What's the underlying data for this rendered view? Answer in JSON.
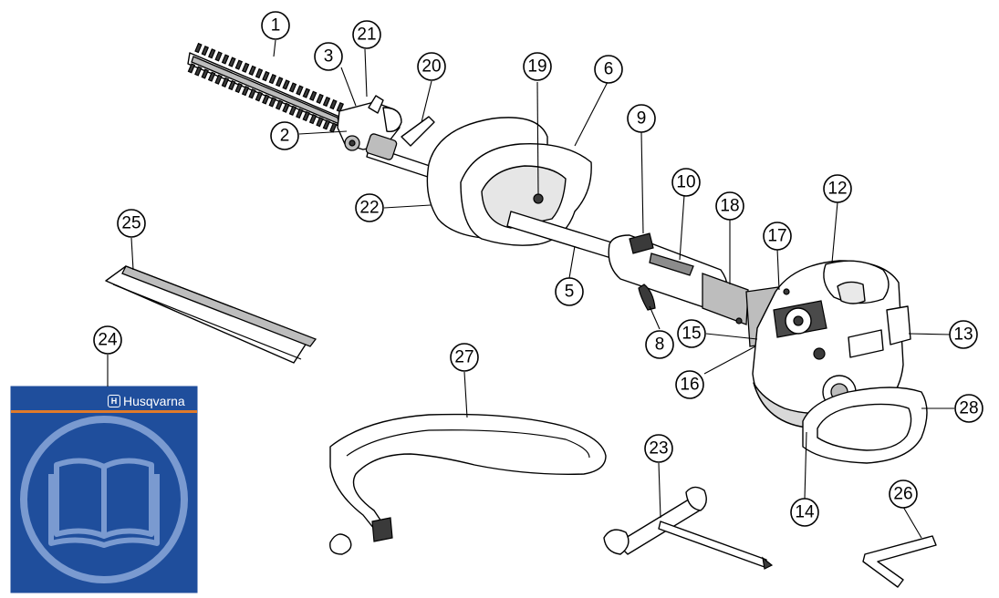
{
  "callouts": [
    {
      "id": "1",
      "label": "1"
    },
    {
      "id": "2",
      "label": "2"
    },
    {
      "id": "3",
      "label": "3"
    },
    {
      "id": "5",
      "label": "5"
    },
    {
      "id": "6",
      "label": "6"
    },
    {
      "id": "8",
      "label": "8"
    },
    {
      "id": "9",
      "label": "9"
    },
    {
      "id": "10",
      "label": "10"
    },
    {
      "id": "12",
      "label": "12"
    },
    {
      "id": "13",
      "label": "13"
    },
    {
      "id": "14",
      "label": "14"
    },
    {
      "id": "15",
      "label": "15"
    },
    {
      "id": "16",
      "label": "16"
    },
    {
      "id": "17",
      "label": "17"
    },
    {
      "id": "18",
      "label": "18"
    },
    {
      "id": "19",
      "label": "19"
    },
    {
      "id": "20",
      "label": "20"
    },
    {
      "id": "21",
      "label": "21"
    },
    {
      "id": "22",
      "label": "22"
    },
    {
      "id": "23",
      "label": "23"
    },
    {
      "id": "24",
      "label": "24"
    },
    {
      "id": "25",
      "label": "25"
    },
    {
      "id": "26",
      "label": "26"
    },
    {
      "id": "27",
      "label": "27"
    },
    {
      "id": "28",
      "label": "28"
    }
  ],
  "manual": {
    "brand": "Husqvarna",
    "cover_color": "#1f4e9c",
    "stripe_color": "#e07a2a"
  },
  "icons": [
    "book-icon",
    "husqvarna-logo-icon"
  ]
}
